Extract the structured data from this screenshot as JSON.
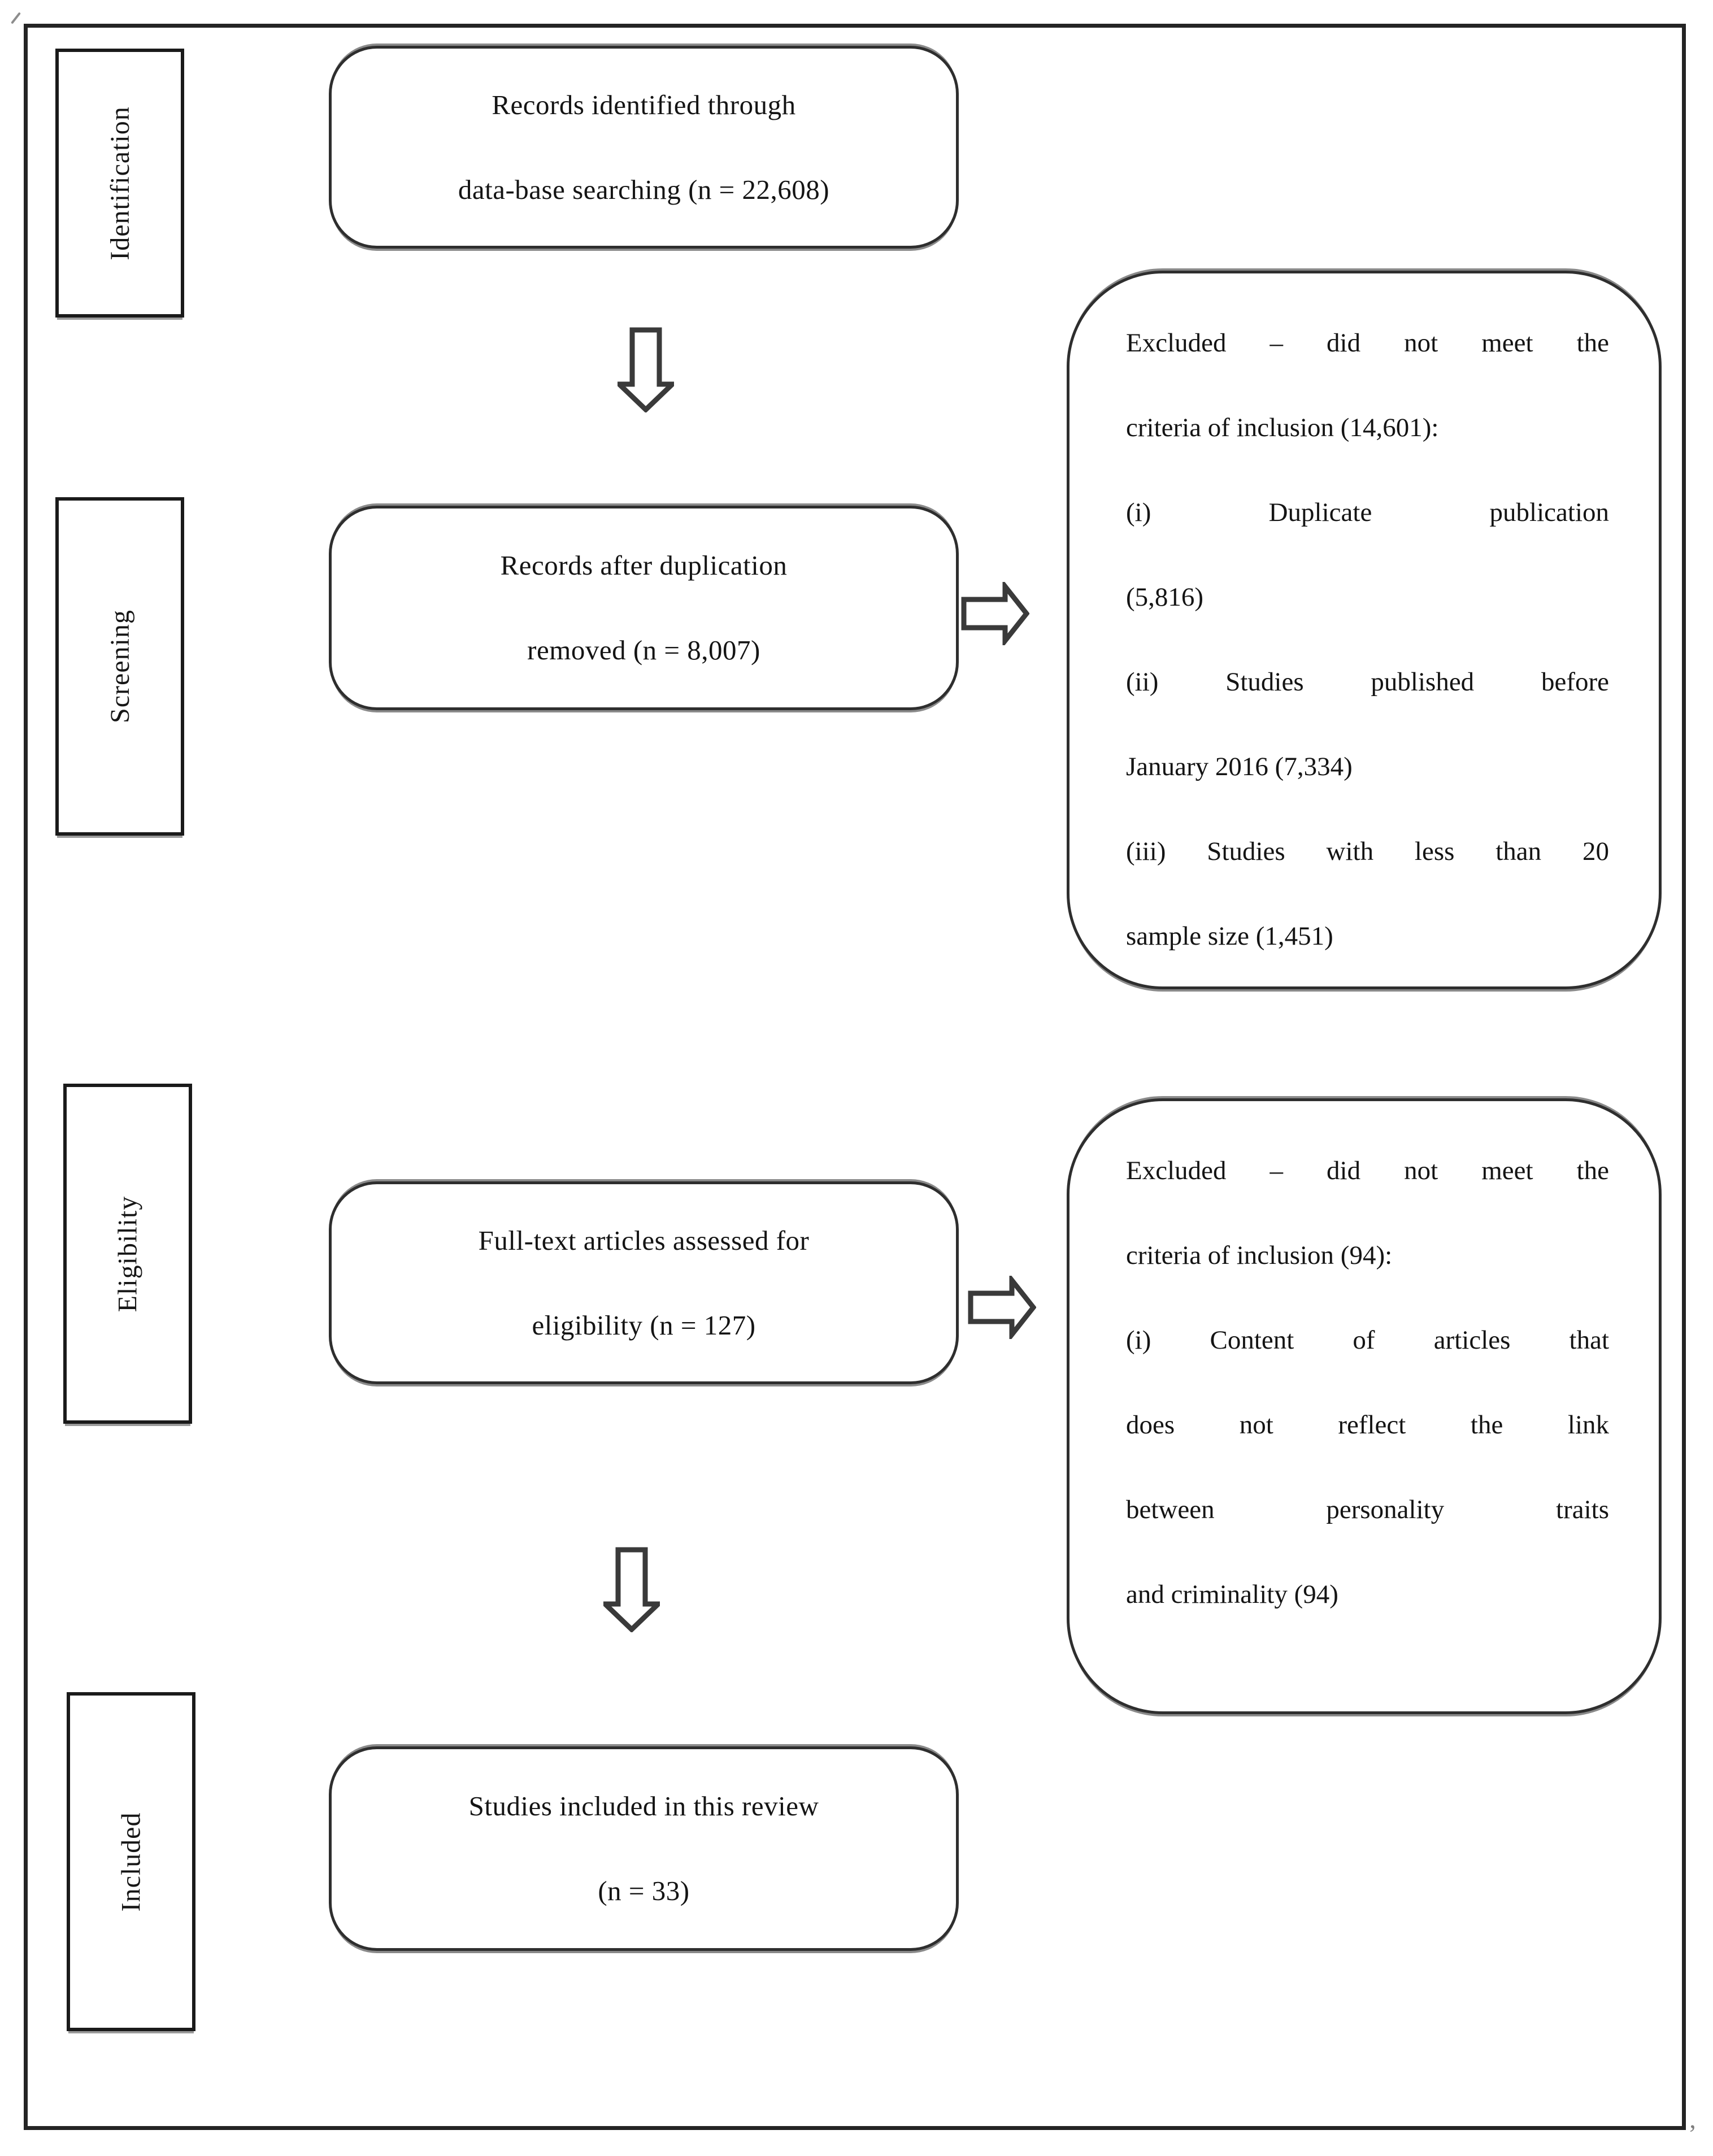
{
  "colors": {
    "background": "#ffffff",
    "ink": "#141414",
    "stage_border": "#1a1a1a",
    "box_border": "#2e2e2e",
    "arrow_stroke": "#3a3a3a",
    "scan_shadow": "#8a8a8a"
  },
  "sidebar": {
    "labels": [
      "Identification",
      "Screening",
      "Eligibility",
      "Included"
    ]
  },
  "flow": {
    "records_identified": {
      "lines": [
        "Records identified through",
        "data-base searching (n = 22,608)"
      ]
    },
    "records_deduplicated": {
      "lines": [
        "Records after duplication",
        "removed (n = 8,007)"
      ]
    },
    "fulltext_assessed": {
      "lines": [
        "Full-text articles assessed for",
        "eligibility (n = 127)"
      ]
    },
    "studies_included": {
      "lines": [
        "Studies included in this review",
        "(n = 33)"
      ]
    }
  },
  "exclusions": {
    "screening": {
      "lines": [
        "Excluded – did not meet the",
        "criteria of inclusion (14,601):",
        "(i) Duplicate publication",
        "(5,816)",
        "(ii) Studies published before",
        "January 2016 (7,334)",
        "(iii) Studies with less than 20",
        "sample size (1,451)"
      ]
    },
    "eligibility": {
      "lines": [
        "Excluded – did not meet the",
        "criteria of inclusion (94):",
        "(i) Content of articles that",
        "does not reflect the link",
        "between personality traits",
        "and criminality (94)"
      ]
    }
  },
  "artifacts": {
    "bottom_right_mark": "ʼ"
  }
}
